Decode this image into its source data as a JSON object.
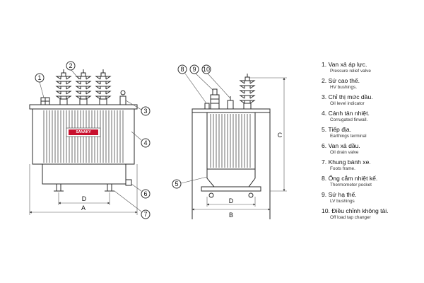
{
  "brand": {
    "logo_text": "SANAKY",
    "logo_color": "#c8102e"
  },
  "front_view": {
    "callouts": [
      "1",
      "2",
      "3",
      "4",
      "6",
      "7"
    ],
    "dimensions": {
      "width": "A",
      "wheel_gauge": "D"
    }
  },
  "side_view": {
    "callouts": [
      "8",
      "9",
      "10",
      "5"
    ],
    "dimensions": {
      "width": "B",
      "wheel_gauge": "D",
      "height": "C"
    }
  },
  "legend": [
    {
      "number": "1.",
      "vi": "Van xả áp lực.",
      "en": "Pressure relief valve"
    },
    {
      "number": "2.",
      "vi": "Sứ cao thế.",
      "en": "HV bushings."
    },
    {
      "number": "3.",
      "vi": "Chỉ thị mức dầu.",
      "en": "Oil level indicator"
    },
    {
      "number": "4.",
      "vi": "Cánh tản nhiệt.",
      "en": "Corrugated finwall."
    },
    {
      "number": "5.",
      "vi": "Tiếp địa.",
      "en": "Earthings terminal"
    },
    {
      "number": "6.",
      "vi": "Van xả dầu.",
      "en": "Oil drain valve"
    },
    {
      "number": "7.",
      "vi": "Khung bánh xe.",
      "en": "Foots frame."
    },
    {
      "number": "8.",
      "vi": "Ống cắm nhiệt kế.",
      "en": "Thermometer pocket"
    },
    {
      "number": "9.",
      "vi": "Sứ hạ thế.",
      "en": "LV bushings"
    },
    {
      "number": "10.",
      "vi": "Điều chỉnh không tải.",
      "en": "Off load tap changer"
    }
  ]
}
